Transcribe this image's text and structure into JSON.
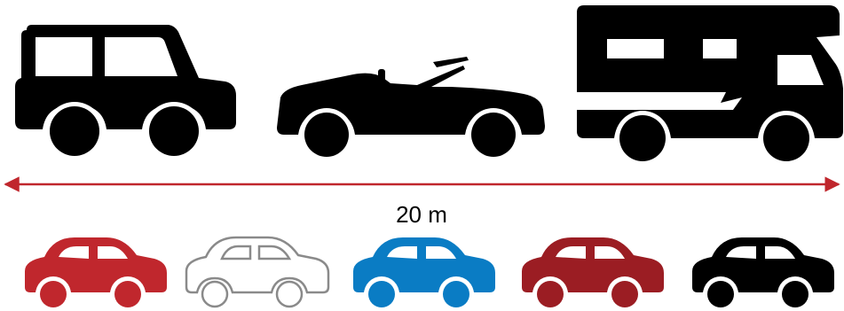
{
  "colors": {
    "black": "#000000",
    "arrow": "#c0272d",
    "car_red": "#c0272d",
    "car_outline": "#8a8a8a",
    "car_blue": "#0a7cc4",
    "car_maroon": "#9b1d23",
    "car_black": "#000000"
  },
  "measurement": {
    "label": "20 m"
  },
  "top_vehicles": [
    "suv-icon",
    "convertible-icon",
    "motorhome-icon"
  ],
  "bottom_cars": [
    {
      "icon": "car-icon",
      "color": "red",
      "style": "filled"
    },
    {
      "icon": "car-icon",
      "color": "gray",
      "style": "outline"
    },
    {
      "icon": "car-icon",
      "color": "blue",
      "style": "filled"
    },
    {
      "icon": "car-icon",
      "color": "maroon",
      "style": "filled"
    },
    {
      "icon": "car-icon",
      "color": "black",
      "style": "filled"
    }
  ]
}
